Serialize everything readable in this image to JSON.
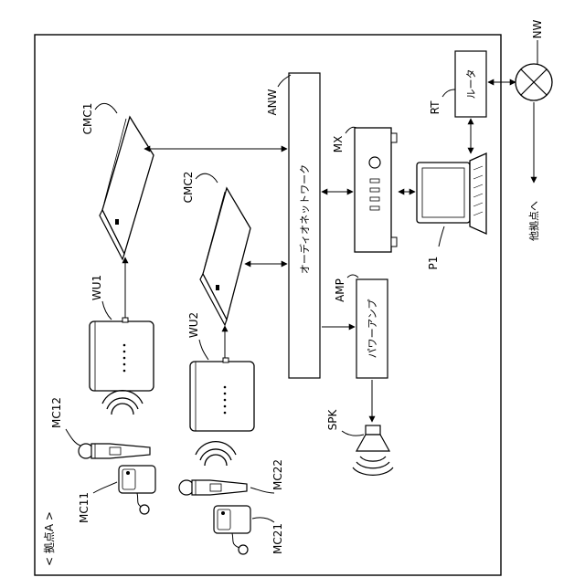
{
  "site_label": "< 拠点A >",
  "network": {
    "anw_label": "ANW",
    "anw_text": "オーディオネットワーク",
    "nw_label": "NW",
    "other_sites": "他拠点へ"
  },
  "devices": {
    "cmc1": "CMC1",
    "cmc2": "CMC2",
    "mx": "MX",
    "rt": "RT",
    "rt_text": "ルータ",
    "amp": "AMP",
    "amp_text": "パワーアンプ",
    "p1": "P1",
    "spk": "SPK",
    "wu1": "WU1",
    "wu2": "WU2",
    "mc11": "MC11",
    "mc12": "MC12",
    "mc21": "MC21",
    "mc22": "MC22"
  },
  "colors": {
    "stroke": "#000000",
    "fill": "#ffffff"
  }
}
